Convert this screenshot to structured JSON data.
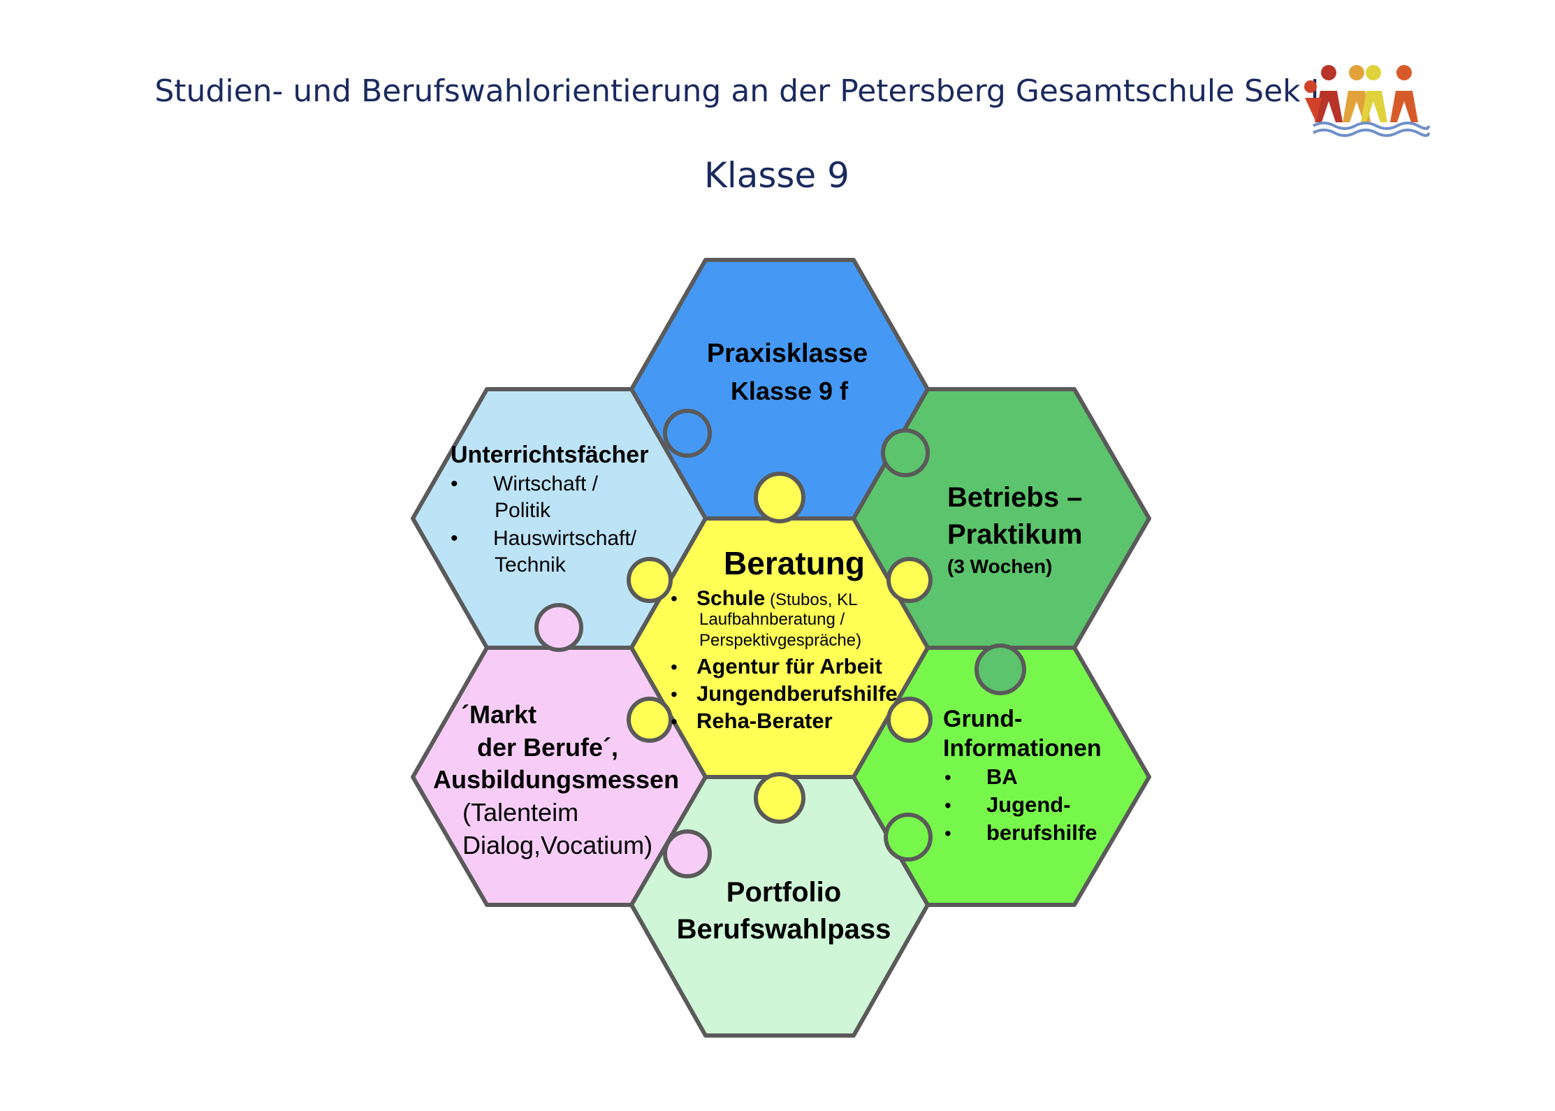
{
  "header": {
    "title": "Studien- und Berufswahlorientierung an der Petersberg Gesamtschule Sek I",
    "subtitle": "Klasse 9"
  },
  "logo": {
    "colors": [
      "#b8342a",
      "#e2a23a",
      "#e0d23c",
      "#d75a2a",
      "#d04328"
    ],
    "wave_color": "#6f8fc9"
  },
  "puzzle": {
    "outline_color": "#5a5a5a",
    "center": {
      "title": "Beratung",
      "items": [
        {
          "bold": "Schule",
          "rest": " (Stubos, KL"
        },
        {
          "bold": "",
          "rest": "Laufbahnberatung  /"
        },
        {
          "bold": "",
          "rest": "Perspektivgespräche)"
        },
        {
          "bold": "Agentur für Arbeit",
          "rest": ""
        },
        {
          "bold": "Jungendberufshilfe",
          "rest": ""
        },
        {
          "bold": "Reha-Berater",
          "rest": ""
        }
      ],
      "bullet": "•",
      "color": "#ffff55"
    },
    "top": {
      "line1": "Praxisklasse",
      "line2": "Klasse  9 f",
      "color": "#4599f5"
    },
    "top_right": {
      "line1": "Betriebs –",
      "line2": "Praktikum",
      "line3": "(3 Wochen)",
      "color": "#5cc46c"
    },
    "bottom_right": {
      "line1": "Grund-",
      "line2": "Informationen",
      "items": [
        "BA",
        "Jugend-",
        "berufshilfe"
      ],
      "bullet": "•",
      "color": "#77f74b"
    },
    "bottom": {
      "line1": "Portfolio",
      "line2": "Berufswahlpass",
      "color": "#cff6d7"
    },
    "bottom_left": {
      "line1": "´Markt",
      "line2": "der Berufe´,",
      "line3": "Ausbildungsmessen",
      "line4": "(Talenteim",
      "line5": "Dialog,Vocatium)",
      "color": "#f7cdf7"
    },
    "top_left": {
      "title": "Unterrichtsfächer",
      "items": [
        "Wirtschaft /",
        "Politik",
        "Hauswirtschaft/",
        "Technik"
      ],
      "bullet": "•",
      "color": "#bde3f7"
    }
  }
}
